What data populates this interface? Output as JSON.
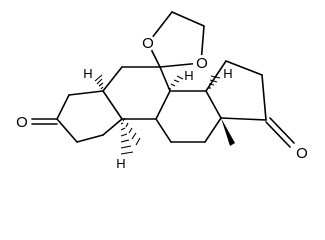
{
  "labels": {
    "o_ketal_1": "O",
    "o_ketal_2": "O",
    "o_ketone_3": "O",
    "o_ketone_17": "O",
    "h_5": "H",
    "h_9": "H",
    "h_14": "H",
    "h_10": "H"
  }
}
